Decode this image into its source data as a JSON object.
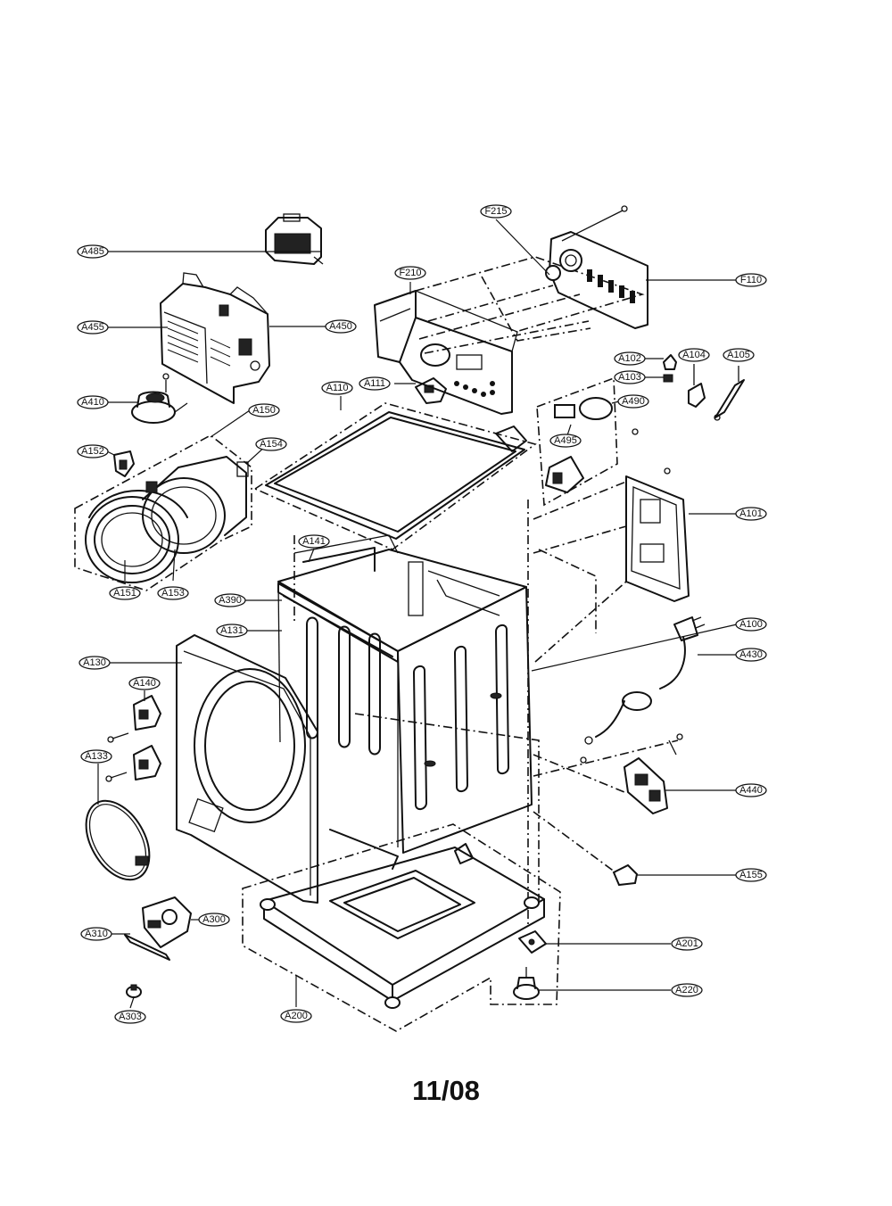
{
  "labels": {
    "A485": "A485",
    "A455": "A455",
    "A450": "A450",
    "A410": "A410",
    "A150": "A150",
    "A154": "A154",
    "A152": "A152",
    "A151": "A151",
    "A153": "A153",
    "A130": "A130",
    "A131": "A131",
    "A390": "A390",
    "A141": "A141",
    "A140": "A140",
    "A133": "A133",
    "A310": "A310",
    "A300": "A300",
    "A303": "A303",
    "A200": "A200",
    "A110": "A110",
    "A111": "A111",
    "F210": "F210",
    "F215": "F215",
    "F110": "F110",
    "A102": "A102",
    "A103": "A103",
    "A104": "A104",
    "A105": "A105",
    "A490": "A490",
    "A495": "A495",
    "A101": "A101",
    "A100": "A100",
    "A430": "A430",
    "A440": "A440",
    "A155": "A155",
    "A201": "A201",
    "A220": "A220"
  },
  "footer": {
    "date": "11/08"
  }
}
